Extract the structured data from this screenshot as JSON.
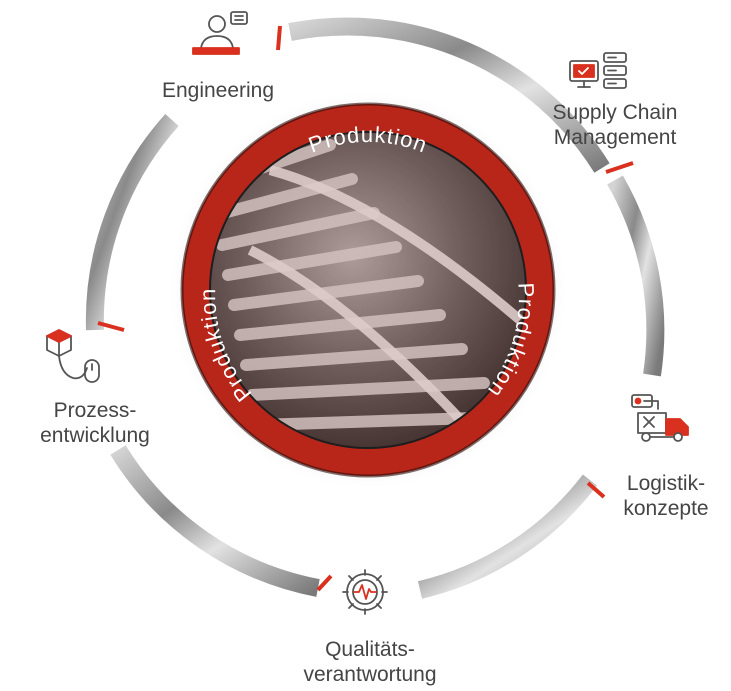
{
  "center": {
    "labels": [
      "Produktion",
      "Produktion",
      "Produktion"
    ]
  },
  "nodes": [
    {
      "id": "engineering",
      "icon": "engineer-laptop-icon",
      "lines": [
        "Engineering"
      ]
    },
    {
      "id": "supply-chain",
      "icon": "server-monitor-icon",
      "lines": [
        "Supply Chain",
        "Management"
      ]
    },
    {
      "id": "logistik",
      "icon": "truck-icon",
      "lines": [
        "Logistik-",
        "konzepte"
      ]
    },
    {
      "id": "qualitaet",
      "icon": "gear-wave-icon",
      "lines": [
        "Qualitäts-",
        "verantwortung"
      ]
    },
    {
      "id": "prozess",
      "icon": "cube-mouse-icon",
      "lines": [
        "Prozess-",
        "entwicklung"
      ]
    }
  ],
  "colors": {
    "accent": "#d9301f",
    "ring_dark": "#3a3a3a",
    "ring_light": "#c9c9c9",
    "text": "#454545",
    "icon": "#555555"
  }
}
